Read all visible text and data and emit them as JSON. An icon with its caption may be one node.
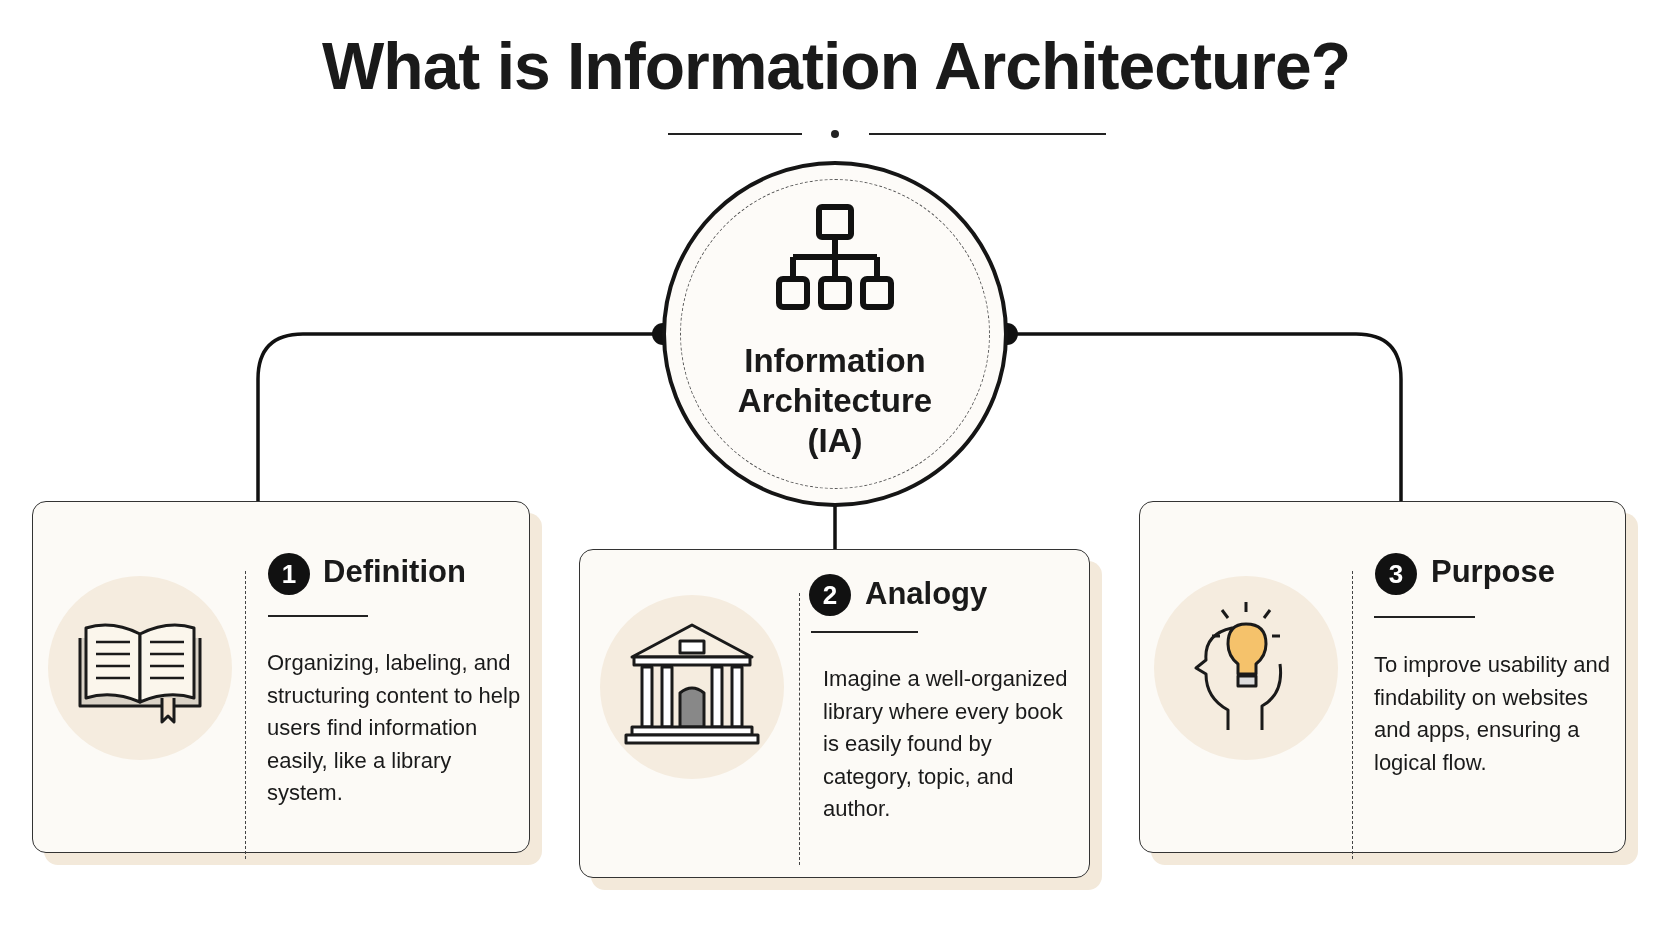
{
  "diagram": {
    "title": "What is Information Architecture?",
    "nodes": [
      {
        "text": [
          "Information Architecture (IA)"
        ]
      },
      {
        "text": [
          "1",
          "Definition",
          "Organizing, labeling, and structuring content to help users find information easily, like a library system."
        ]
      },
      {
        "text": [
          "2",
          "Analogy",
          "Imagine a well-organized library where every book is easily found by category, topic, and author."
        ]
      },
      {
        "text": [
          "3",
          "Purpose",
          "To improve usability and findability on websites and apps, ensuring a logical flow."
        ]
      }
    ],
    "edges": [
      {
        "from": 0,
        "to": 1,
        "arrow": "other"
      },
      {
        "from": 0,
        "to": 3,
        "arrow": "other"
      },
      {
        "from": 0,
        "to": 2,
        "arrow": "none"
      }
    ]
  }
}
